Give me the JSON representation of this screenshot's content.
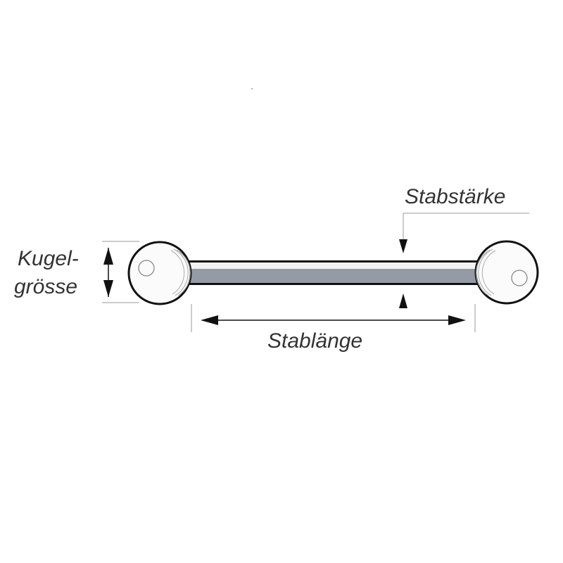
{
  "labels": {
    "ball_size_line1": "Kugel-",
    "ball_size_line2": "grösse",
    "bar_thickness": "Stabstärke",
    "bar_length": "Stablänge"
  },
  "colors": {
    "bar_fill": "#959ba5",
    "outline": "#111111",
    "text": "#333333"
  }
}
